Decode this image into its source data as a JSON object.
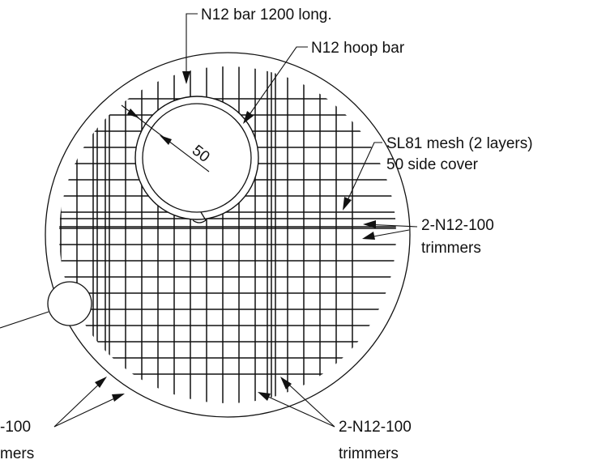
{
  "labels": {
    "top_bar": "N12 bar 1200 long.",
    "hoop_bar": "N12 hoop bar",
    "cover_dim": "50",
    "mesh_line1": "SL81 mesh (2 layers)",
    "mesh_line2": "50 side cover",
    "trimmers_right_line1": "2-N12-100",
    "trimmers_right_line2": "trimmers",
    "trimmers_bl_line1": "-100",
    "trimmers_bl_line2": "mers",
    "trimmers_br_line1": "2-N12-100",
    "trimmers_br_line2": "trimmers"
  },
  "colors": {
    "line": "#111111",
    "background": "#ffffff"
  }
}
